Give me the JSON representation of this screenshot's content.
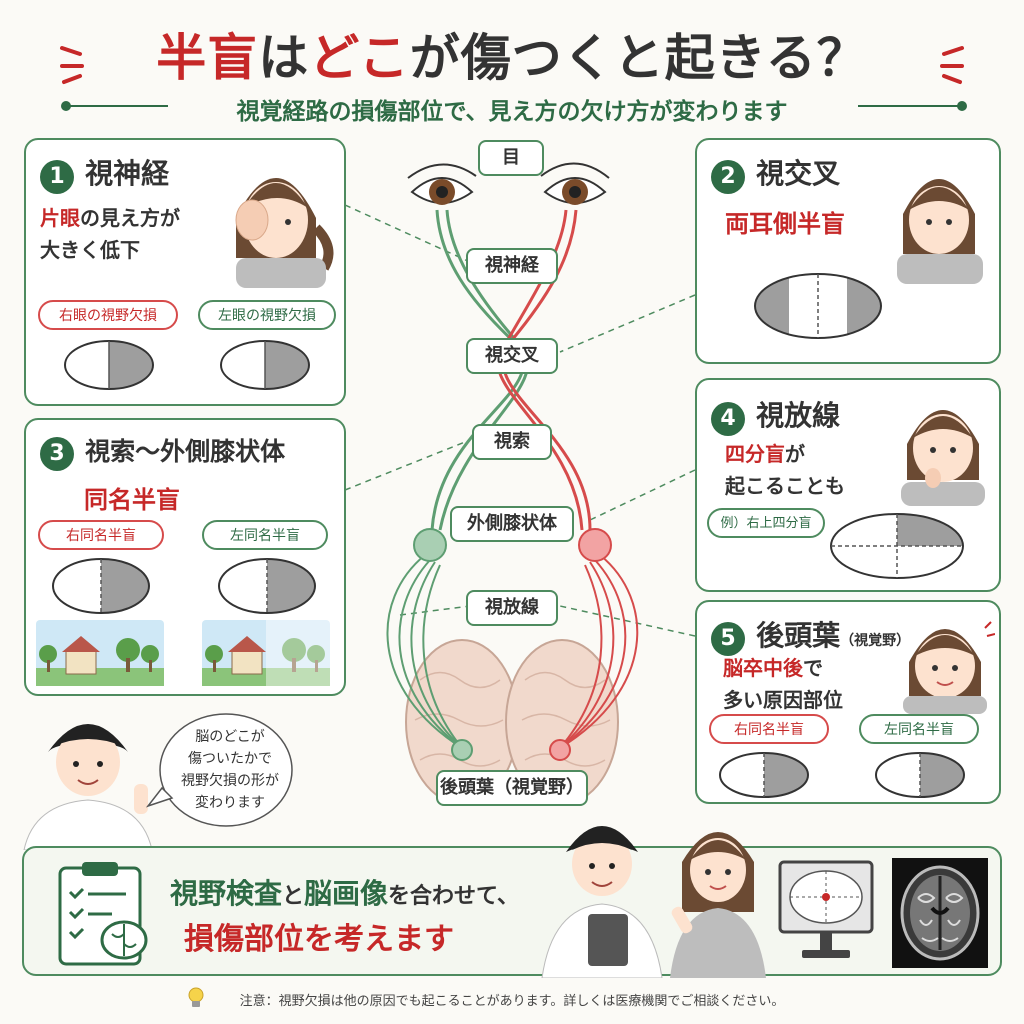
{
  "title": {
    "p1": "半盲",
    "p2": "は",
    "p3": "どこ",
    "p4": "が傷つくと起きる？"
  },
  "subtitle": "視覚経路の損傷部位で、見え方の欠け方が変わります",
  "center_labels": {
    "eye": "目",
    "optic_nerve": "視神経",
    "chiasm": "視交叉",
    "tract": "視索",
    "lgn": "外側膝状体",
    "radiation": "視放線",
    "occipital": "後頭葉（視覚野）"
  },
  "panel1": {
    "num": "1",
    "title": "視神経",
    "desc_red": "片眼",
    "desc_rest": "の見え方が",
    "desc2": "大きく低下",
    "tag_right": "右眼の視野欠損",
    "tag_left": "左眼の視野欠損"
  },
  "panel2": {
    "num": "2",
    "title": "視交叉",
    "result": "両耳側半盲"
  },
  "panel3": {
    "num": "3",
    "title": "視索〜外側膝状体",
    "result": "同名半盲",
    "tag_right": "右同名半盲",
    "tag_left": "左同名半盲"
  },
  "panel4": {
    "num": "4",
    "title": "視放線",
    "desc_red": "四分盲",
    "desc_rest": "が",
    "desc2": "起こることも",
    "example": "例）右上四分盲"
  },
  "panel5": {
    "num": "5",
    "title": "後頭葉",
    "title_small": "（視覚野）",
    "desc_red": "脳卒中後",
    "desc_rest": "で",
    "desc2": "多い原因部位",
    "tag_right": "右同名半盲",
    "tag_left": "左同名半盲"
  },
  "speech": {
    "l1": "脳のどこが",
    "l2": "傷ついたかで",
    "l3": "視野欠損の形が",
    "l4": "変わります"
  },
  "bottom": {
    "p1": "視野検査",
    "p2": "と",
    "p3": "脳画像",
    "p4": "を合わせて、",
    "line2": "損傷部位を考えます"
  },
  "footnote": "注意：視野欠損は他の原因でも起こることがあります。詳しくは医療機関でご相談ください。",
  "colors": {
    "accent_green": "#2e6b45",
    "accent_red": "#c62828",
    "field_gray": "#9e9e9e"
  }
}
